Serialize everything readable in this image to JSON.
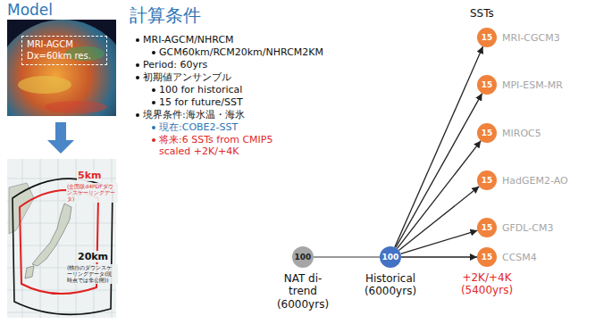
{
  "diagram": {
    "nodes": [
      {
        "text": [
          "MRI-AGCM Dx=60km res."
        ]
      },
      {
        "text": [
          "100",
          "NAT di-trend (6000yrs)"
        ]
      },
      {
        "text": [
          "100",
          "Historical (6000yrs)"
        ]
      },
      {
        "text": [
          "15",
          "MRI-CGCM3"
        ]
      },
      {
        "text": [
          "15",
          "MPI-ESM-MR"
        ]
      },
      {
        "text": [
          "15",
          "MIROC5"
        ]
      },
      {
        "text": [
          "15",
          "HadGEM2-AO"
        ]
      },
      {
        "text": [
          "15",
          "GFDL-CM3"
        ]
      },
      {
        "text": [
          "15",
          "CCSM4"
        ]
      }
    ],
    "edges": [
      {
        "from": 1,
        "to": 2,
        "arrow": "none"
      },
      {
        "from": 2,
        "to": 3,
        "arrow": "to"
      },
      {
        "from": 2,
        "to": 4,
        "arrow": "to"
      },
      {
        "from": 2,
        "to": 5,
        "arrow": "to"
      },
      {
        "from": 2,
        "to": 6,
        "arrow": "to"
      },
      {
        "from": 2,
        "to": 7,
        "arrow": "to"
      },
      {
        "from": 2,
        "to": 8,
        "arrow": "to"
      }
    ],
    "labels": [
      "Model",
      "5km",
      "(全国版d4PDFダウンスケーリングデータ)",
      "20km",
      "(独自のダウンスケーリングデータ(現時点では非公開))",
      "計算条件",
      "MRI-AGCM/NHRCM",
      "GCM60km/RCM20km/NHRCM2KM",
      "Period: 60yrs",
      "初期値アンサンブル",
      "100 for historical",
      "15 for future/SST",
      "境界条件:海水温・海氷",
      "現在:COBE2-SST",
      "将来:6 SSTs from CMIP5 scaled +2K/+4K",
      "SSTs",
      "+2K/+4K (5400yrs)"
    ]
  }
}
